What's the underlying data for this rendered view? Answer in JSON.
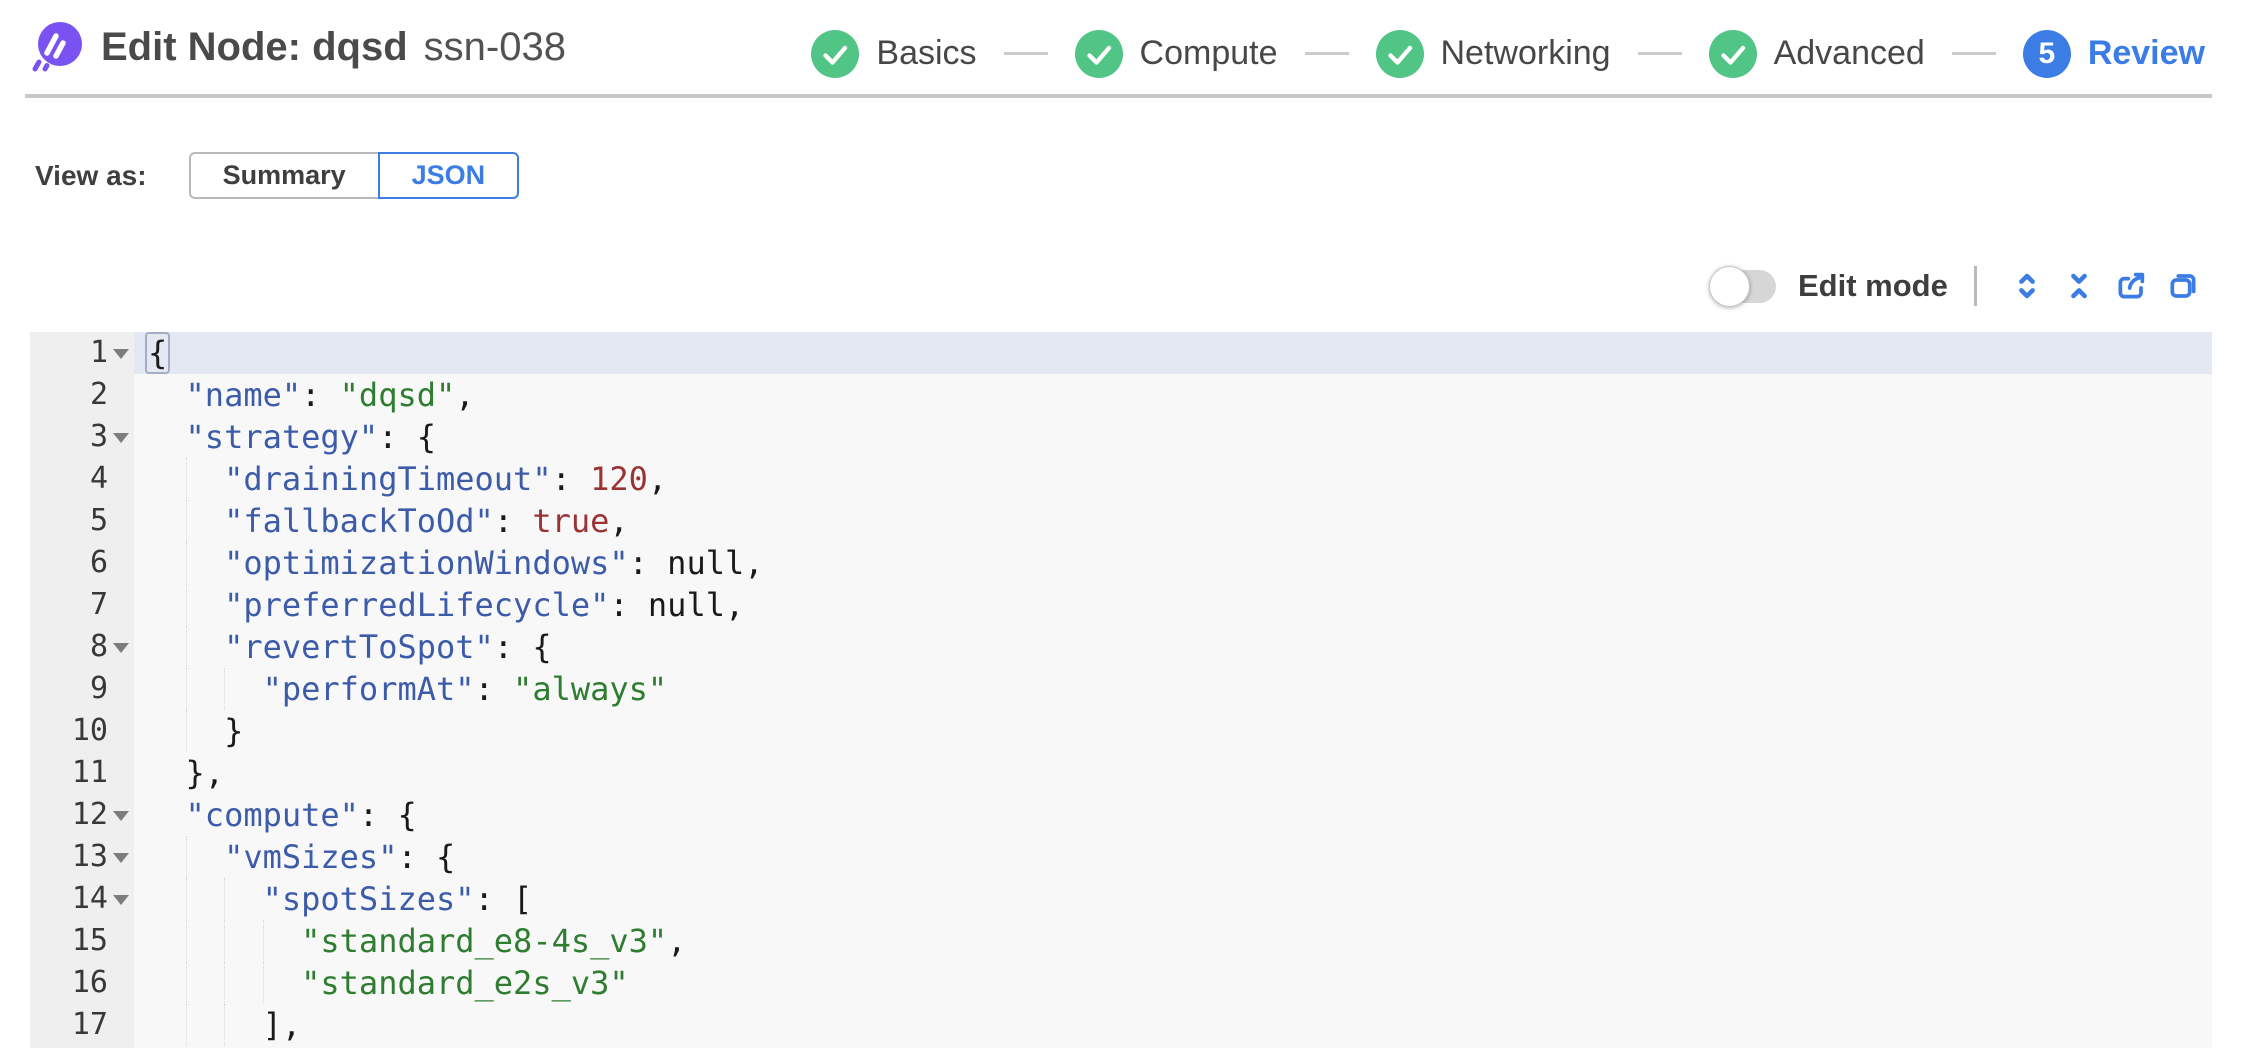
{
  "header": {
    "title": "Edit Node: dqsd",
    "subtitle": "ssn-038",
    "logo_icon": "spot-ocean-logo",
    "steps": [
      {
        "label": "Basics",
        "status": "completed",
        "icon": "check"
      },
      {
        "label": "Compute",
        "status": "completed",
        "icon": "check"
      },
      {
        "label": "Networking",
        "status": "completed",
        "icon": "check"
      },
      {
        "label": "Advanced",
        "status": "completed",
        "icon": "check"
      },
      {
        "label": "Review",
        "status": "current",
        "number": "5"
      }
    ]
  },
  "view_as": {
    "label": "View as:",
    "options": [
      {
        "label": "Summary",
        "selected": false
      },
      {
        "label": "JSON",
        "selected": true
      }
    ]
  },
  "toolbar": {
    "edit_mode_label": "Edit mode",
    "edit_mode_on": false,
    "icons": [
      "expand-all",
      "collapse-all",
      "export",
      "copy"
    ]
  },
  "editor": {
    "active_line": 1,
    "lines": [
      {
        "num": 1,
        "indent": 0,
        "fold": true,
        "tokens": [
          [
            "brk",
            "{"
          ]
        ]
      },
      {
        "num": 2,
        "indent": 2,
        "fold": false,
        "tokens": [
          [
            "key",
            "\"name\""
          ],
          [
            "pun",
            ": "
          ],
          [
            "str",
            "\"dqsd\""
          ],
          [
            "pun",
            ","
          ]
        ]
      },
      {
        "num": 3,
        "indent": 2,
        "fold": true,
        "tokens": [
          [
            "key",
            "\"strategy\""
          ],
          [
            "pun",
            ": {"
          ]
        ]
      },
      {
        "num": 4,
        "indent": 4,
        "fold": false,
        "tokens": [
          [
            "key",
            "\"drainingTimeout\""
          ],
          [
            "pun",
            ": "
          ],
          [
            "num",
            "120"
          ],
          [
            "pun",
            ","
          ]
        ]
      },
      {
        "num": 5,
        "indent": 4,
        "fold": false,
        "tokens": [
          [
            "key",
            "\"fallbackToOd\""
          ],
          [
            "pun",
            ": "
          ],
          [
            "bool",
            "true"
          ],
          [
            "pun",
            ","
          ]
        ]
      },
      {
        "num": 6,
        "indent": 4,
        "fold": false,
        "tokens": [
          [
            "key",
            "\"optimizationWindows\""
          ],
          [
            "pun",
            ": "
          ],
          [
            "nul",
            "null"
          ],
          [
            "pun",
            ","
          ]
        ]
      },
      {
        "num": 7,
        "indent": 4,
        "fold": false,
        "tokens": [
          [
            "key",
            "\"preferredLifecycle\""
          ],
          [
            "pun",
            ": "
          ],
          [
            "nul",
            "null"
          ],
          [
            "pun",
            ","
          ]
        ]
      },
      {
        "num": 8,
        "indent": 4,
        "fold": true,
        "tokens": [
          [
            "key",
            "\"revertToSpot\""
          ],
          [
            "pun",
            ": {"
          ]
        ]
      },
      {
        "num": 9,
        "indent": 6,
        "fold": false,
        "tokens": [
          [
            "key",
            "\"performAt\""
          ],
          [
            "pun",
            ": "
          ],
          [
            "str",
            "\"always\""
          ]
        ]
      },
      {
        "num": 10,
        "indent": 4,
        "fold": false,
        "tokens": [
          [
            "pun",
            "}"
          ]
        ]
      },
      {
        "num": 11,
        "indent": 2,
        "fold": false,
        "tokens": [
          [
            "pun",
            "},"
          ]
        ]
      },
      {
        "num": 12,
        "indent": 2,
        "fold": true,
        "tokens": [
          [
            "key",
            "\"compute\""
          ],
          [
            "pun",
            ": {"
          ]
        ]
      },
      {
        "num": 13,
        "indent": 4,
        "fold": true,
        "tokens": [
          [
            "key",
            "\"vmSizes\""
          ],
          [
            "pun",
            ": {"
          ]
        ]
      },
      {
        "num": 14,
        "indent": 6,
        "fold": true,
        "tokens": [
          [
            "key",
            "\"spotSizes\""
          ],
          [
            "pun",
            ": ["
          ]
        ]
      },
      {
        "num": 15,
        "indent": 8,
        "fold": false,
        "tokens": [
          [
            "str",
            "\"standard_e8-4s_v3\""
          ],
          [
            "pun",
            ","
          ]
        ]
      },
      {
        "num": 16,
        "indent": 8,
        "fold": false,
        "tokens": [
          [
            "str",
            "\"standard_e2s_v3\""
          ]
        ]
      },
      {
        "num": 17,
        "indent": 6,
        "fold": false,
        "tokens": [
          [
            "pun",
            "],"
          ]
        ]
      }
    ]
  },
  "colors": {
    "accent_blue": "#3b7de4",
    "success_green": "#50c585",
    "logo_purple": "#7b52f2",
    "key_blue": "#3c5ba9",
    "string_green": "#2f7d31",
    "number_red": "#9a3334",
    "active_line_bg": "#e3e8f2",
    "editor_bg": "#f8f8f8",
    "gutter_bg": "#efefef"
  }
}
